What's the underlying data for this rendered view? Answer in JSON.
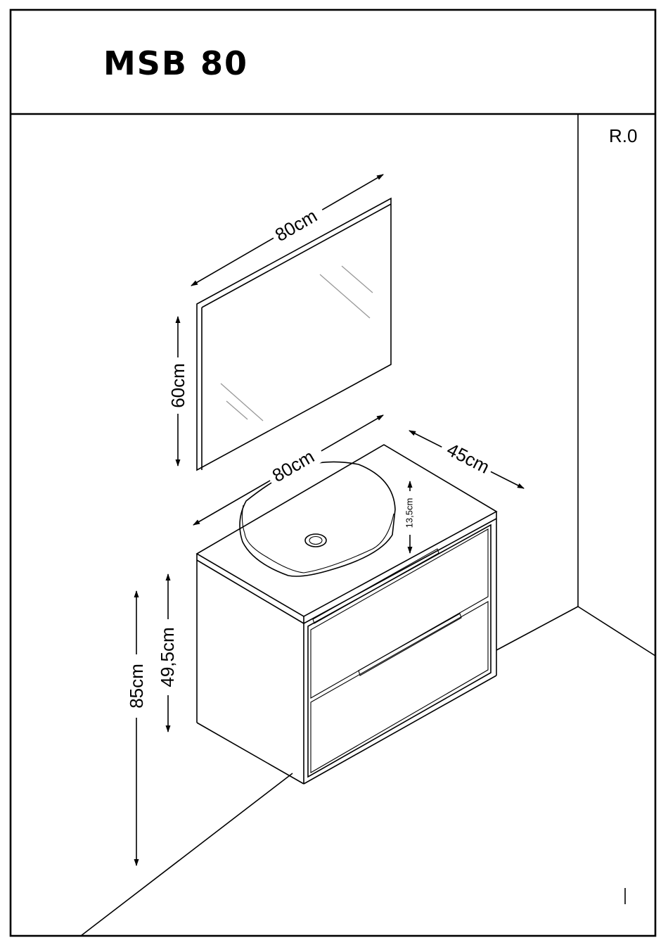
{
  "header": {
    "title": "MSB 80"
  },
  "revision": "R.0",
  "dimensions": {
    "mirror_width": "80cm",
    "mirror_height": "60cm",
    "cabinet_width": "80cm",
    "cabinet_depth": "45cm",
    "basin_height": "13,5cm",
    "cabinet_height": "49,5cm",
    "top_height": "85cm"
  }
}
